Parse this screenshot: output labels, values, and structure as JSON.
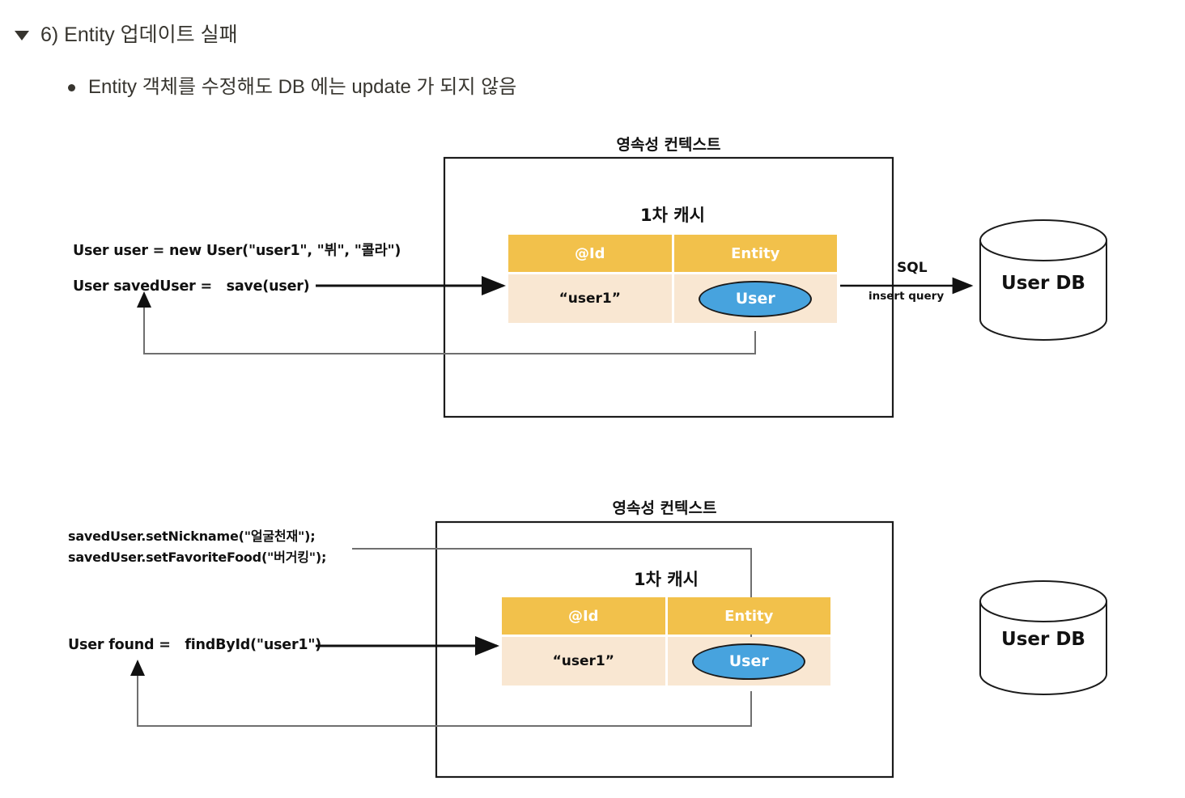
{
  "outline": {
    "heading": "6) Entity 업데이트 실패",
    "bullet": "Entity 객체를 수정해도 DB 에는 update 가 되지 않음",
    "toggle_icon": "triangle-down-icon",
    "bullet_icon": "bullet-dot-icon"
  },
  "colors": {
    "table_header_amber": "#f2c14b",
    "table_row_cream": "#f9e7d2",
    "entity_blue": "#47a3de",
    "text_dark": "#37352f",
    "stroke_black": "#111111",
    "stroke_gray": "#6f6f6f",
    "background": "#ffffff"
  },
  "diagram1": {
    "context_title": "영속성 컨텍스트",
    "cache_title": "1차 캐시",
    "code_line_1": "User user = new User(\"user1\", \"뷔\", \"콜라\")",
    "code_line_2": "User savedUser =   save(user)",
    "table": {
      "headers": [
        "@Id",
        "Entity"
      ],
      "rows": [
        [
          "“user1”",
          "User"
        ]
      ]
    },
    "entity_label": "User",
    "sql_label": "SQL",
    "sql_sublabel": "insert query",
    "db_label": "User DB",
    "flow": {
      "in_arrow": "save(user) to first-level cache",
      "out_arrow": "entity returned to savedUser",
      "sql_arrow": "insert query to User DB"
    }
  },
  "diagram2": {
    "context_title": "영속성 컨텍스트",
    "cache_title": "1차 캐시",
    "code_line_1": "savedUser.setNickname(\"얼굴천재\");",
    "code_line_2": "savedUser.setFavoriteFood(\"버거킹\");",
    "code_line_3": "User found =   findById(\"user1\")",
    "table": {
      "headers": [
        "@Id",
        "Entity"
      ],
      "rows": [
        [
          "“user1”",
          "User"
        ]
      ]
    },
    "entity_label": "User",
    "db_label": "User DB",
    "flow": {
      "setter_arrow": "setters mutate cached entity",
      "in_arrow": "findById to first-level cache",
      "out_arrow": "entity returned to found"
    }
  }
}
